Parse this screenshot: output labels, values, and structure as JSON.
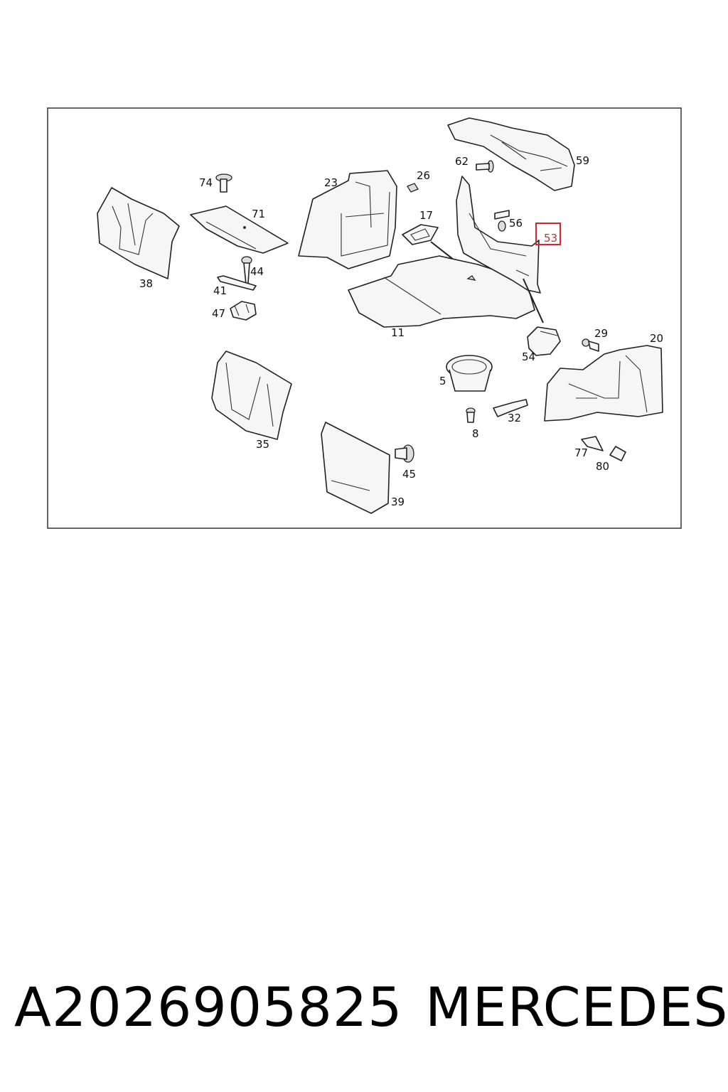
{
  "callouts": {
    "c59": "59",
    "c62": "62",
    "c26": "26",
    "c23": "23",
    "c74": "74",
    "c71": "71",
    "c17": "17",
    "c56": "56",
    "c53": "53",
    "c38": "38",
    "c44": "44",
    "c41": "41",
    "c47": "47",
    "c11": "11",
    "c29": "29",
    "c20": "20",
    "c54": "54",
    "c5": "5",
    "c32": "32",
    "c8": "8",
    "c35": "35",
    "c45": "45",
    "c77": "77",
    "c80": "80",
    "c39": "39"
  },
  "highlight": {
    "callout": "53",
    "color": "#d9232e"
  },
  "footer": {
    "part_number": "A2026905825",
    "brand": "MERCEDES"
  }
}
